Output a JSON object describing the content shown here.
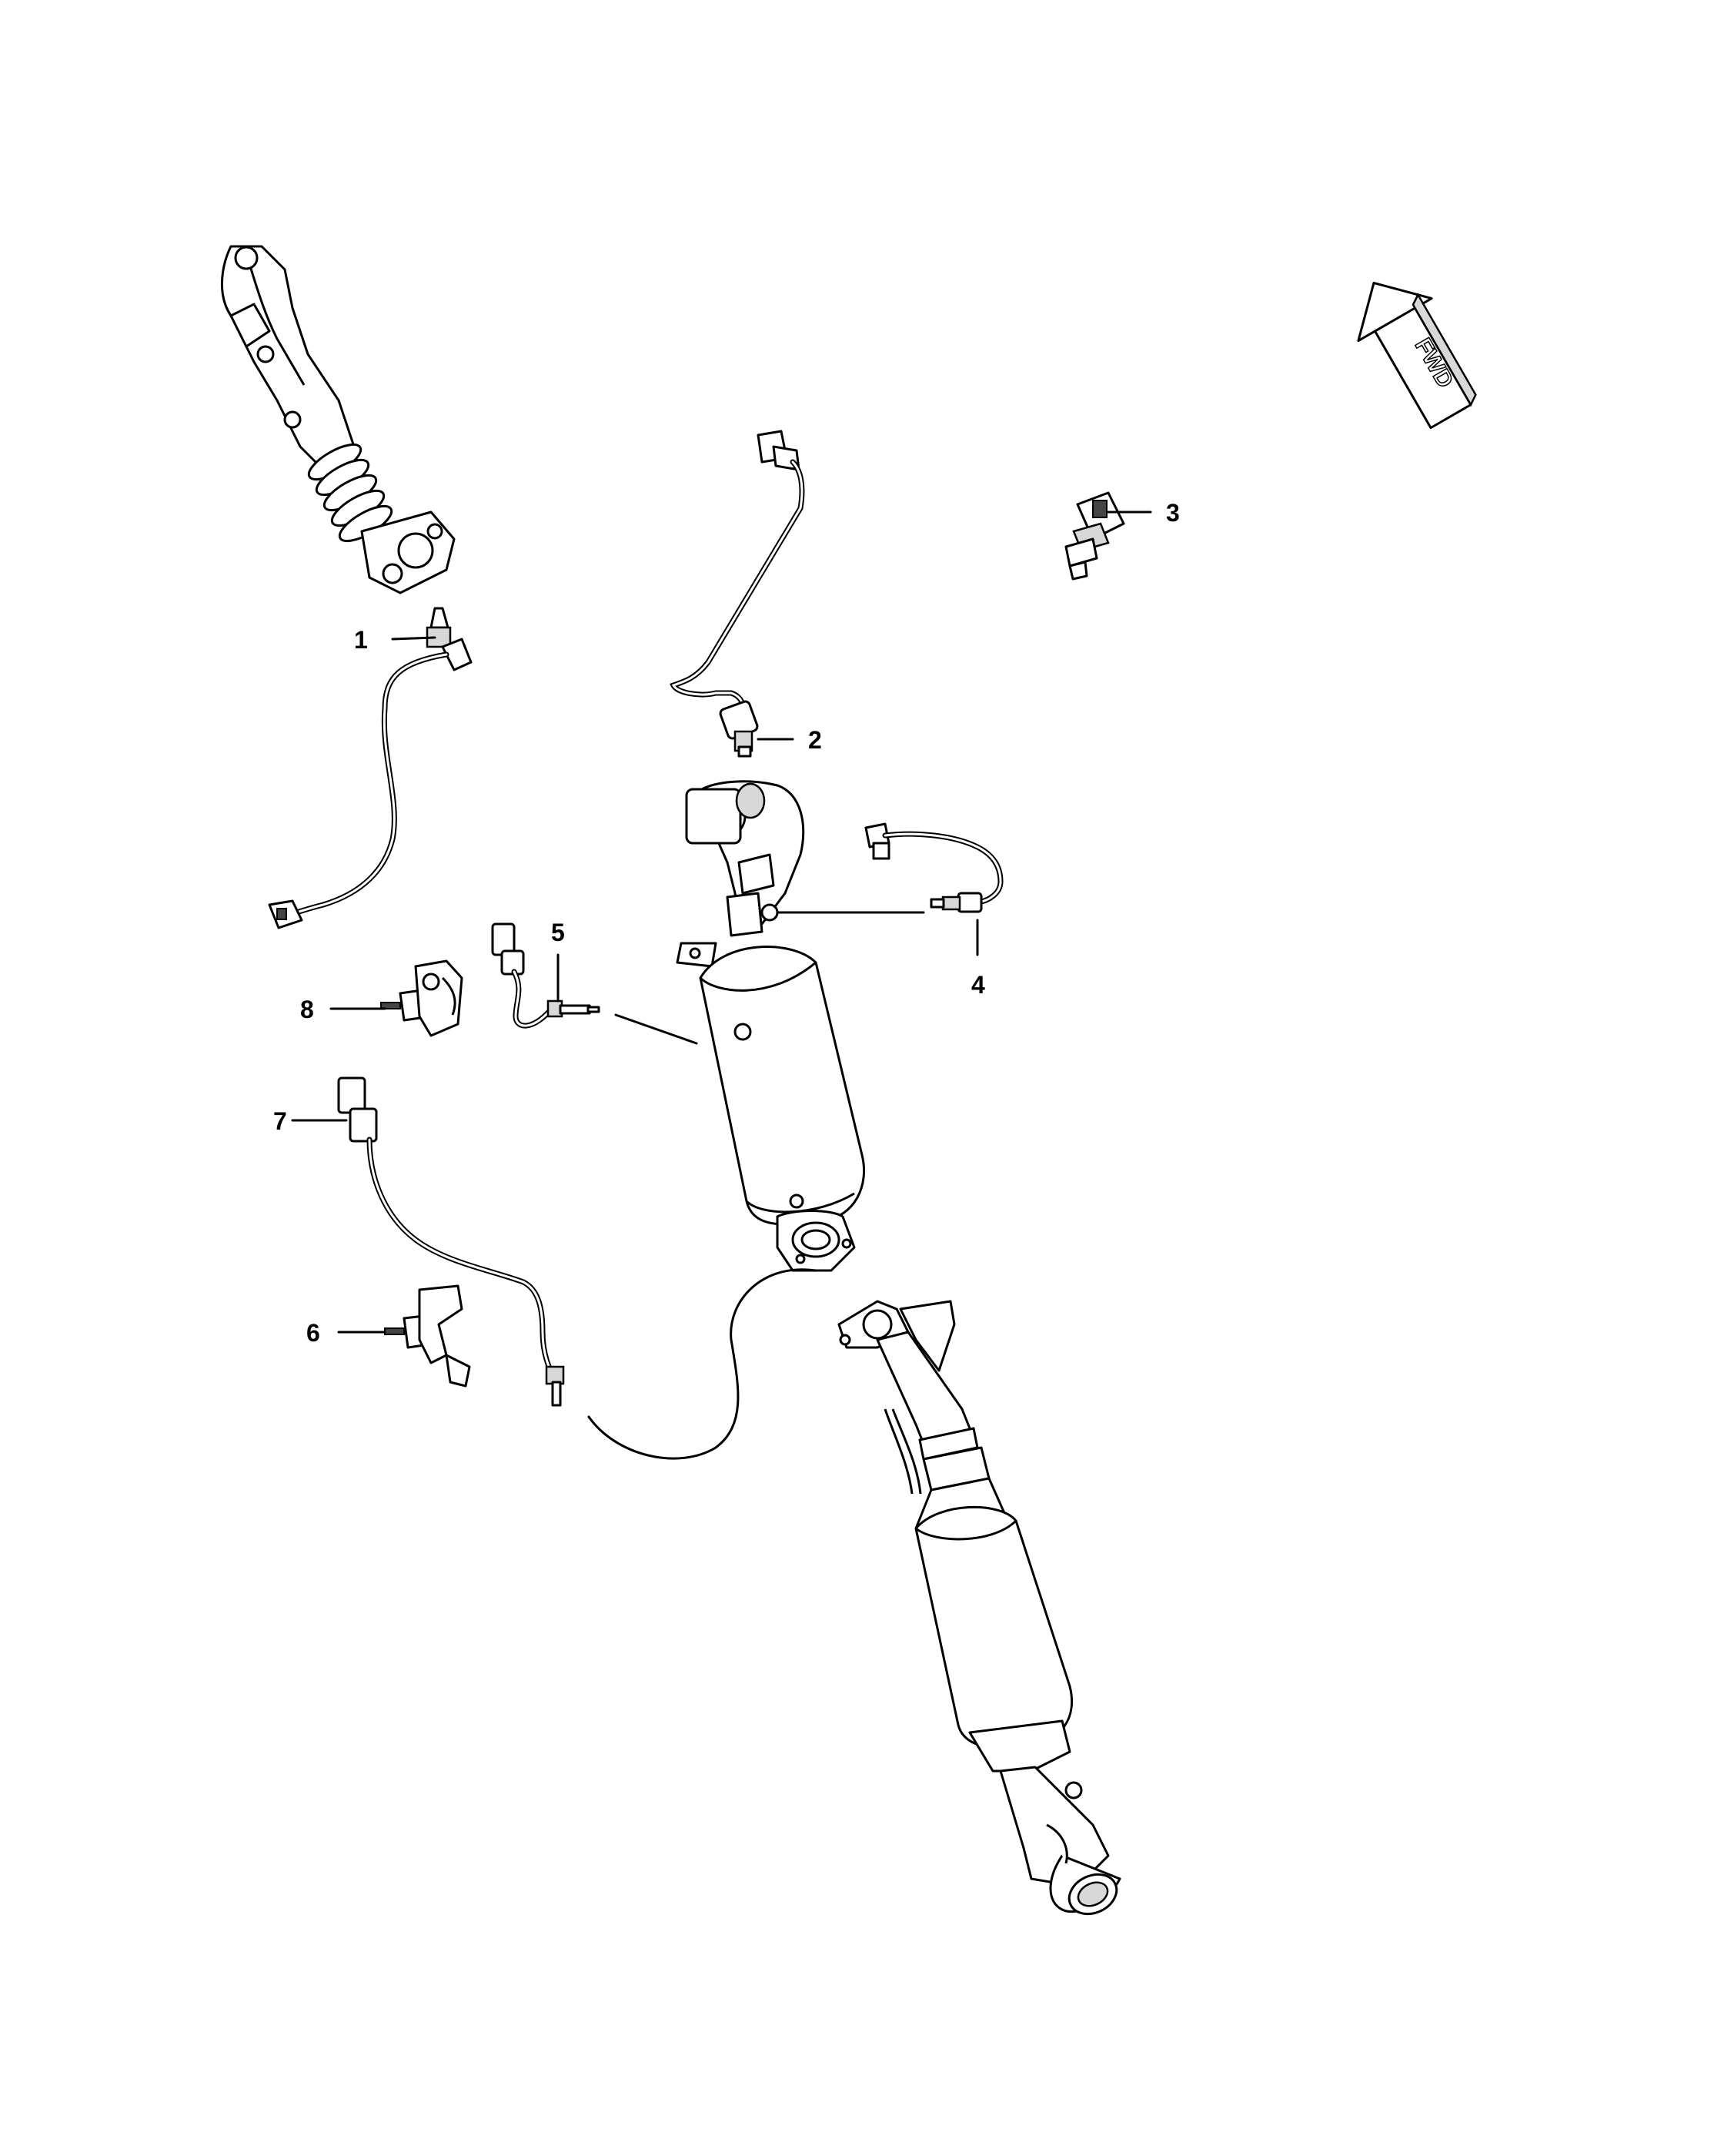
{
  "callouts": {
    "c1": "1",
    "c2": "2",
    "c3": "3",
    "c4": "4",
    "c5": "5",
    "c6": "6",
    "c7": "7",
    "c8": "8"
  },
  "forward_arrow": {
    "label": "FWD"
  }
}
